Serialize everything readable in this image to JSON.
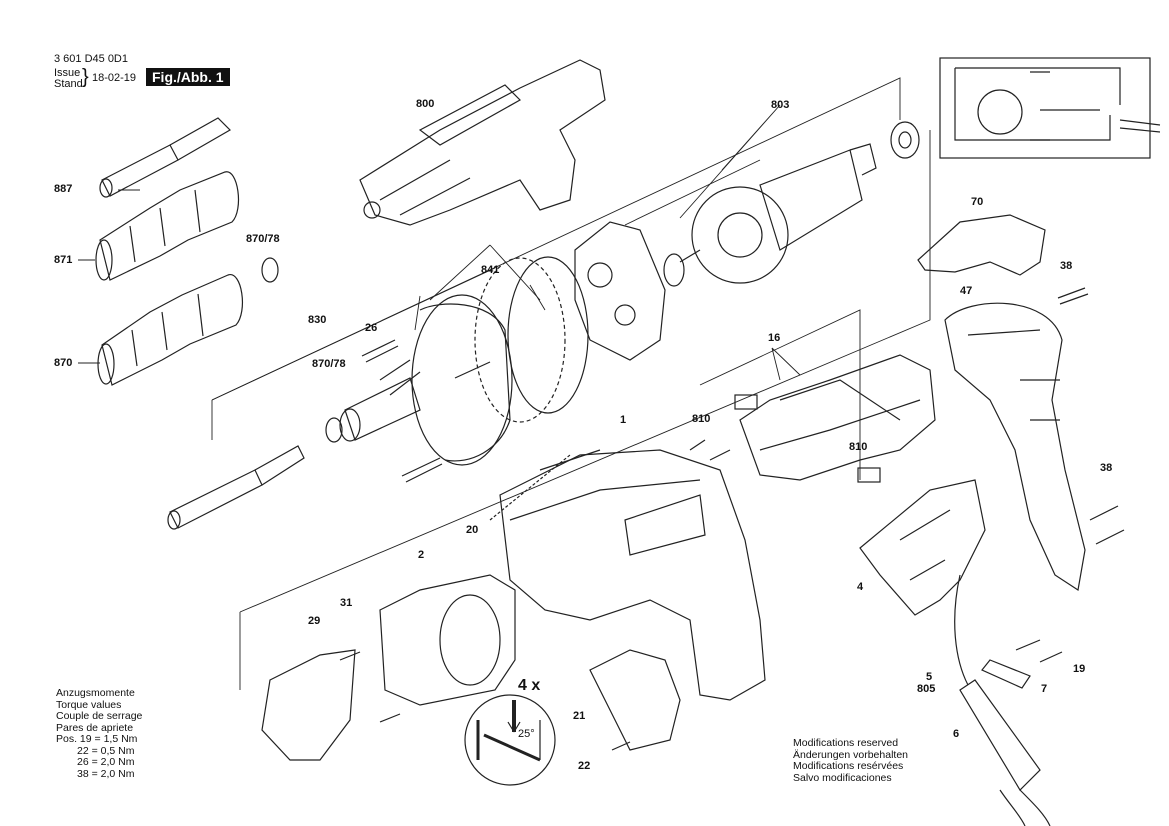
{
  "header": {
    "part_number": "3 601 D45 0D1",
    "issue_label": "Issue",
    "stand_label": "Stand",
    "date": "18-02-19",
    "figure": "Fig./Abb. 1"
  },
  "labels": [
    {
      "id": "800",
      "text": "800"
    },
    {
      "id": "803",
      "text": "803"
    },
    {
      "id": "887",
      "text": "887"
    },
    {
      "id": "871",
      "text": "871"
    },
    {
      "id": "870-78-a",
      "text": "870/78"
    },
    {
      "id": "841",
      "text": "841"
    },
    {
      "id": "870",
      "text": "870"
    },
    {
      "id": "830",
      "text": "830"
    },
    {
      "id": "26",
      "text": "26"
    },
    {
      "id": "870-78-b",
      "text": "870/78"
    },
    {
      "id": "70",
      "text": "70"
    },
    {
      "id": "38-a",
      "text": "38"
    },
    {
      "id": "47",
      "text": "47"
    },
    {
      "id": "16",
      "text": "16"
    },
    {
      "id": "810-a",
      "text": "810"
    },
    {
      "id": "810-b",
      "text": "810"
    },
    {
      "id": "1",
      "text": "1"
    },
    {
      "id": "20",
      "text": "20"
    },
    {
      "id": "38-b",
      "text": "38"
    },
    {
      "id": "2",
      "text": "2"
    },
    {
      "id": "31",
      "text": "31"
    },
    {
      "id": "29",
      "text": "29"
    },
    {
      "id": "4",
      "text": "4"
    },
    {
      "id": "5",
      "text": "5"
    },
    {
      "id": "805",
      "text": "805"
    },
    {
      "id": "7",
      "text": "7"
    },
    {
      "id": "19",
      "text": "19"
    },
    {
      "id": "6",
      "text": "6"
    },
    {
      "id": "21",
      "text": "21"
    },
    {
      "id": "22",
      "text": "22"
    },
    {
      "id": "4x",
      "text": "4 x"
    },
    {
      "id": "25deg",
      "text": "25°"
    }
  ],
  "torque": {
    "lines": [
      "Anzugsmomente",
      "Torque values",
      "Couple de serrage",
      "Pares de apriete",
      "Pos. 19 = 1,5 Nm",
      "22 = 0,5 Nm",
      "26 = 2,0 Nm",
      "38 = 2,0 Nm"
    ]
  },
  "modifications": {
    "lines": [
      "Modifications reserved",
      "Änderungen vorbehalten",
      "Modifications resérvées",
      "Salvo modificaciones"
    ]
  }
}
